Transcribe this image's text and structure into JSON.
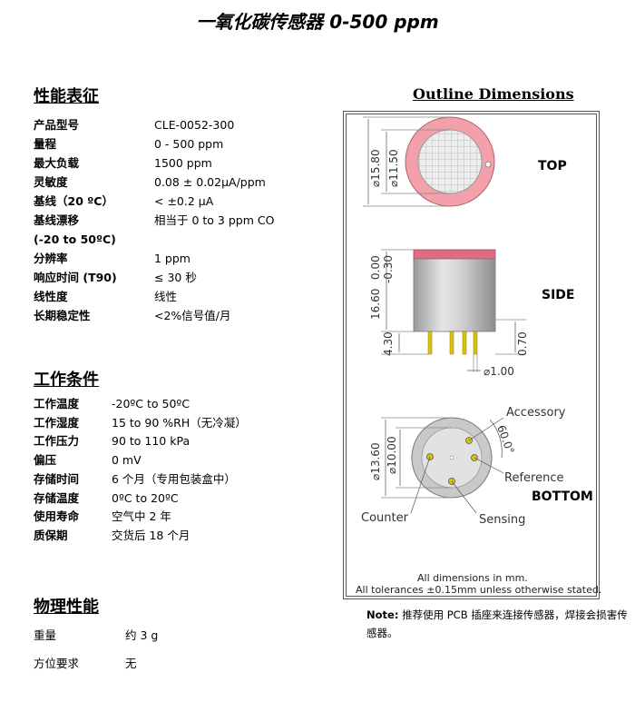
{
  "title": "一氧化碳传感器 0-500 ppm",
  "performance": {
    "heading": "性能表征",
    "rows": [
      {
        "label": "产品型号",
        "value": "CLE-0052-300"
      },
      {
        "label": "量程",
        "value": "0 - 500 ppm"
      },
      {
        "label": "最大负载",
        "value": "1500 ppm"
      },
      {
        "label": "灵敏度",
        "value": "0.08 ± 0.02μA/ppm"
      },
      {
        "label": "基线（20 ºC）",
        "value": "< ±0.2 μA"
      },
      {
        "label": "基线漂移",
        "value": "相当于 0 to 3 ppm  CO"
      },
      {
        "label": "(-20 to 50ºC)",
        "value": ""
      },
      {
        "label": "分辨率",
        "value": "1 ppm"
      },
      {
        "label": "响应时间 (T90)",
        "value": "≤ 30 秒"
      },
      {
        "label": "线性度",
        "value": "线性"
      },
      {
        "label": "长期稳定性",
        "value": "<2%信号值/月"
      }
    ]
  },
  "conditions": {
    "heading": "工作条件",
    "rows": [
      {
        "label": "工作温度",
        "value": "-20ºC to 50ºC"
      },
      {
        "label": "工作湿度",
        "value": "15 to 90 %RH（无冷凝）"
      },
      {
        "label": "工作压力",
        "value": "90 to 110 kPa"
      },
      {
        "label": "偏压",
        "value": "0  mV"
      },
      {
        "label": "存储时间",
        "value": "6 个月（专用包装盒中）"
      },
      {
        "label": "存储温度",
        "value": "0ºC to 20ºC"
      },
      {
        "label": "使用寿命",
        "value": "空气中 2 年"
      },
      {
        "label": "质保期",
        "value": "交货后 18 个月"
      }
    ]
  },
  "physical": {
    "heading": "物理性能",
    "rows": [
      {
        "label": "重量",
        "value": "约 3 g"
      },
      {
        "label": "方位要求",
        "value": "无"
      }
    ]
  },
  "outline": {
    "heading": "Outline Dimensions",
    "top_label": "TOP",
    "side_label": "SIDE",
    "bottom_label": "BOTTOM",
    "dim_top_outer": "⌀15.80",
    "dim_top_inner": "⌀11.50",
    "dim_side_top0": "0.00",
    "dim_side_top1": "-0.30",
    "dim_side_height": "16.60",
    "dim_side_pin": "4.30",
    "dim_side_gap": "0.70",
    "dim_side_pin_dia": "⌀1.00",
    "dim_bottom_outer": "⌀13.60",
    "dim_bottom_inner": "⌀10.00",
    "angle": "60.0°",
    "accessory": "Accessory",
    "reference": "Reference",
    "counter": "Counter",
    "sensing": "Sensing",
    "footer1": "All dimensions in mm.",
    "footer2": "All tolerances ±0.15mm unless otherwise stated."
  },
  "note": {
    "label": "Note:",
    "text": "推荐使用 PCB 插座来连接传感器，焊接会损害传感器。"
  },
  "colors": {
    "pink": "#f2a0aa",
    "pink_dark": "#e06b82",
    "body_grey": "#c9c9c9",
    "pin_gold": "#d8c20a"
  }
}
